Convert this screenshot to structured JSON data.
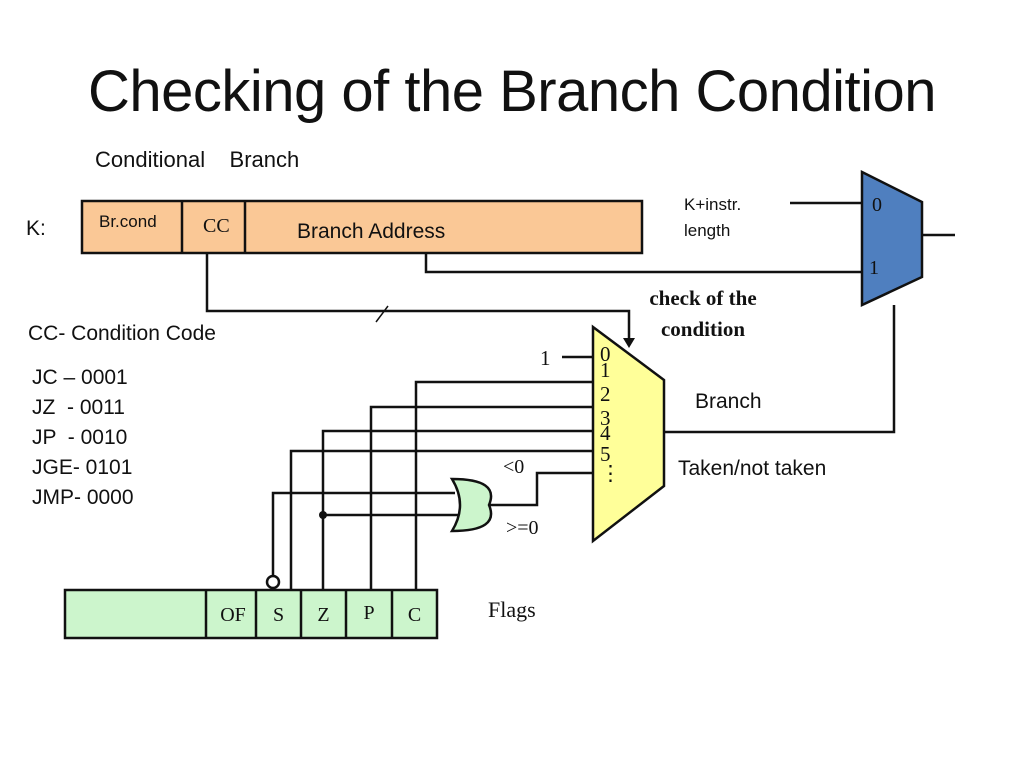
{
  "title": "Checking of the Branch  Condition",
  "instruction": {
    "heading": "Conditional    Branch",
    "label": "K:",
    "fields": [
      "Br.cond",
      "CC",
      "Branch Address"
    ],
    "fill_color": "#fac896"
  },
  "condition_codes": {
    "heading": "CC- Condition Code",
    "items": [
      "JC – 0001",
      "JZ  - 0011",
      "JP  - 0010",
      "JGE- 0101",
      "JMP- 0000"
    ]
  },
  "output_mux": {
    "inputs": [
      "0",
      "1"
    ],
    "input0_label": "K+instr.\nlength",
    "fill_color": "#4f7fbf"
  },
  "condition_mux": {
    "label": "check of the\ncondition",
    "inputs": [
      "0",
      "1",
      "2",
      "3",
      "4",
      "5",
      "⋮"
    ],
    "const_input": "1",
    "fill_color": "#ffff99"
  },
  "or_gate": {
    "label_lt": "<0",
    "label_ge": ">=0",
    "fill_color": "#ccf5cc"
  },
  "output_labels": {
    "branch": "Branch",
    "taken": "Taken/not taken"
  },
  "flags": {
    "label": "Flags",
    "cells": [
      "",
      "OF",
      "S",
      "Z",
      "P",
      "C"
    ],
    "fill_color": "#ccf5cc"
  }
}
